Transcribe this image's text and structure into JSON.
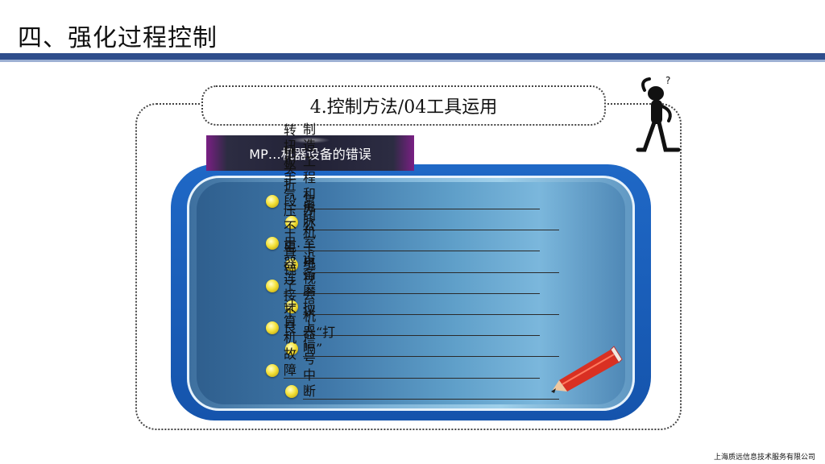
{
  "page": {
    "title": "四、强化过程控制",
    "heading": "4.控制方法/04工具运用",
    "tab_label": "MP…机器设备的错误",
    "footer": "上海质远信息技术服务有限公司"
  },
  "list_items": [
    {
      "text": "钻头折段",
      "level": 1
    },
    {
      "text": "电脉",
      "level": 2
    },
    {
      "text": "转扭板手气压不足.",
      "level": 1
    },
    {
      "text": "复印机卡纸",
      "level": 2
    },
    {
      "text": "工具钝了",
      "level": 1
    },
    {
      "text": "制造工程和办公室设备磨损",
      "level": 2
    },
    {
      "text": "电器连接不良",
      "level": 1
    },
    {
      "text": "机器“打嗝”",
      "level": 2
    },
    {
      "text": "计算机故障",
      "level": 1
    },
    {
      "text": "电视会议上信号中断",
      "level": 2
    }
  ],
  "colors": {
    "header_rule": "#2f4e8c",
    "board_blue": "#1a5fbd",
    "bullet_yellow": "#f4e23a",
    "tab_purple": "#7a1f84"
  },
  "icons": {
    "figure": "thinking-stick-figure-icon",
    "pencil": "red-pencil-icon",
    "bullet": "yellow-ball-bullet-icon"
  }
}
